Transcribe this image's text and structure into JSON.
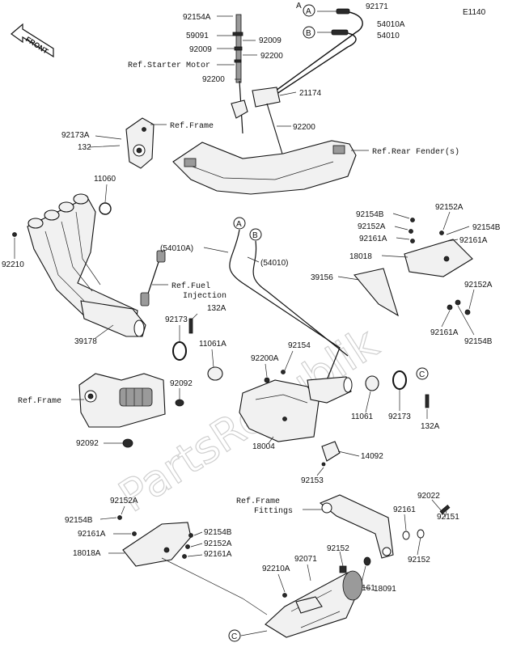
{
  "diagram_code": "E1140",
  "front_label": "FRONT",
  "watermark": "PartsRepublik",
  "callouts": {
    "a": "A",
    "b": "B",
    "c": "C"
  },
  "refs": {
    "starter_motor": "Ref.Starter Motor",
    "frame_top": "Ref.Frame",
    "rear_fender": "Ref.Rear Fender(s)",
    "fuel_injection_1": "Ref.Fuel",
    "fuel_injection_2": "Injection",
    "frame_left": "Ref.Frame",
    "frame_fittings_1": "Ref.Frame",
    "frame_fittings_2": "Fittings"
  },
  "parts": {
    "p92171": "92171",
    "p54010A": "54010A",
    "p54010": "54010",
    "p92154A": "92154A",
    "p59091": "59091",
    "p92009a": "92009",
    "p92009b": "92009",
    "p92200a": "92200",
    "p92200b": "92200",
    "p21174": "21174",
    "p92200c": "92200",
    "p92173A": "92173A",
    "p132a": "132",
    "p11060": "11060",
    "p92210": "92210",
    "p39178": "39178",
    "p54010A_paren": "(54010A)",
    "p54010_paren": "(54010)",
    "p92154B_a": "92154B",
    "p92152A_a": "92152A",
    "p92161A_a": "92161A",
    "p92152A_b": "92152A",
    "p92154B_b": "92154B",
    "p92161A_b": "92161A",
    "p18018": "18018",
    "p39156": "39156",
    "p92152A_c": "92152A",
    "p92161A_c": "92161A",
    "p92154B_c": "92154B",
    "p132A_a": "132A",
    "p92173a": "92173",
    "p11061A": "11061A",
    "p92154": "92154",
    "p92200A": "92200A",
    "p92092a": "92092",
    "p92092b": "92092",
    "p18004": "18004",
    "p14092": "14092",
    "p92153": "92153",
    "p11061": "11061",
    "p92173b": "92173",
    "p132A_b": "132A",
    "p92152A_d": "92152A",
    "p92154B_d": "92154B",
    "p92161A_d": "92161A",
    "p18018A": "18018A",
    "p92154B_e": "92154B",
    "p92152A_e": "92152A",
    "p92161A_e": "92161A",
    "p92022": "92022",
    "p92161a": "92161",
    "p92151": "92151",
    "p92152a": "92152",
    "p92152b": "92152",
    "p92071": "92071",
    "p92161b": "92161",
    "p92210A": "92210A",
    "p18091": "18091"
  }
}
